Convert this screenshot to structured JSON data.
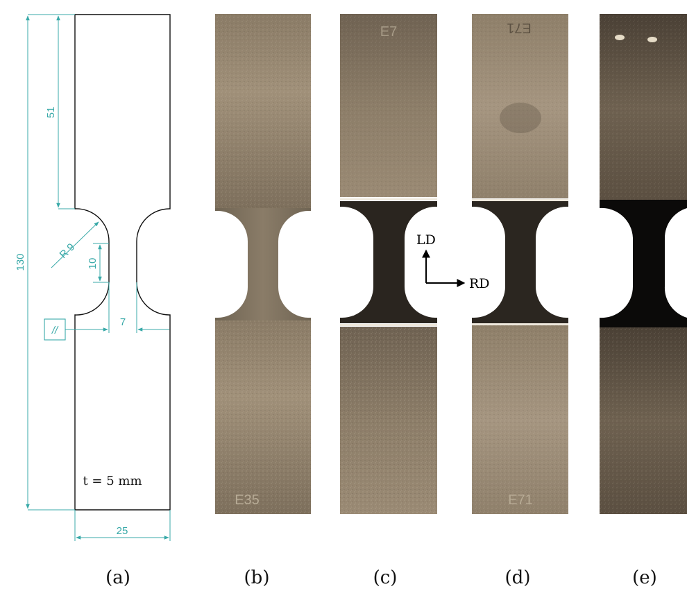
{
  "drawing": {
    "dim_overall_length": "130",
    "dim_grip_length": "51",
    "dim_radius": "R 9",
    "dim_gauge_length": "10",
    "dim_gauge_width": "7",
    "dim_total_width": "25",
    "parallel_symbol": "//",
    "thickness_note": "t = 5 mm"
  },
  "axes": {
    "vertical_label": "LD",
    "horizontal_label": "RD"
  },
  "engravings": {
    "b_bottom": "E35",
    "c_top": "E7",
    "d_top": "E71",
    "d_bottom": "E71"
  },
  "panels": [
    {
      "label": "(a)"
    },
    {
      "label": "(b)"
    },
    {
      "label": "(c)"
    },
    {
      "label": "(d)"
    },
    {
      "label": "(e)"
    }
  ],
  "colors": {
    "dimension_line": "#38a9a8",
    "outline": "#111111",
    "metal_light": "#9d8d76",
    "metal_dark": "#2a251f"
  }
}
